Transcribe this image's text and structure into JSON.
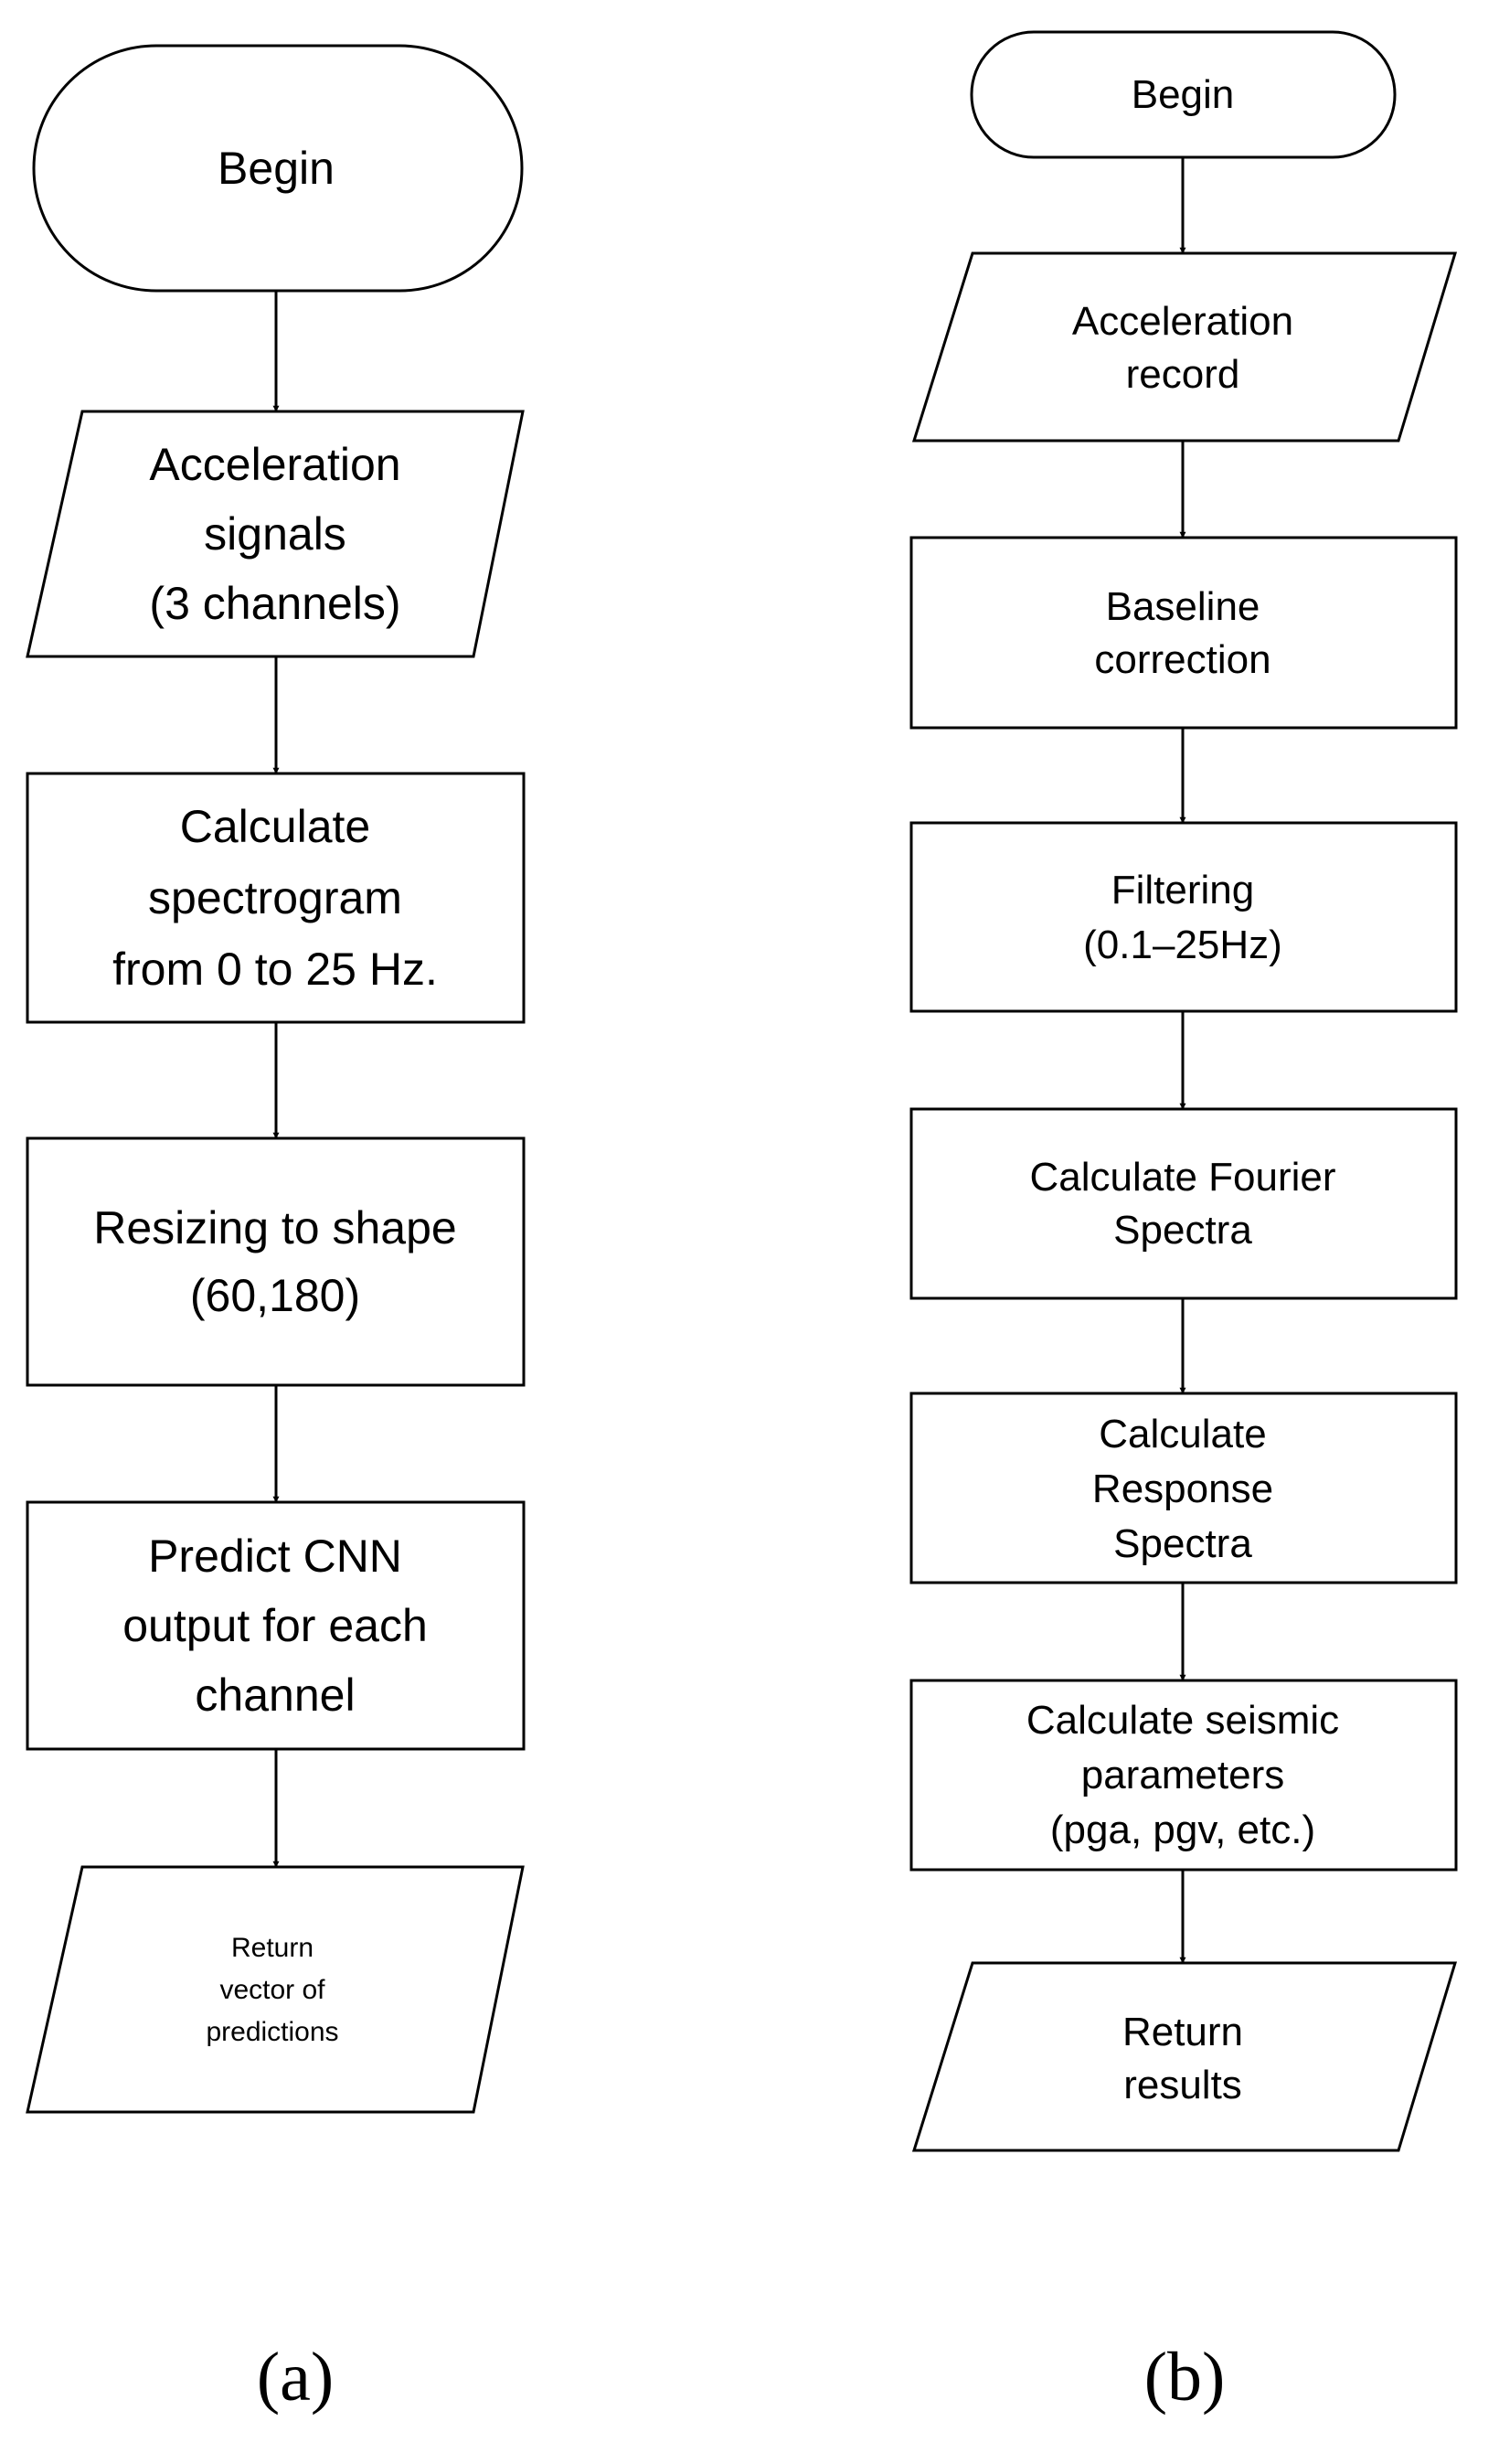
{
  "panel_a": {
    "caption": "(a)",
    "nodes": {
      "begin": [
        "Begin"
      ],
      "input_signals": [
        "Acceleration",
        "signals",
        "(3 channels)"
      ],
      "spectrogram": [
        "Calculate",
        "spectrogram",
        "from 0 to 25 Hz."
      ],
      "resize": [
        "Resizing to shape",
        "(60,180)"
      ],
      "predict": [
        "Predict CNN",
        "output for each",
        "channel"
      ],
      "return_vector": [
        "Return",
        "vector of",
        "predictions"
      ]
    }
  },
  "panel_b": {
    "caption": "(b)",
    "nodes": {
      "begin": [
        "Begin"
      ],
      "record": [
        "Acceleration",
        "record"
      ],
      "baseline": [
        "Baseline",
        "correction"
      ],
      "filtering": [
        "Filtering",
        "(0.1–25Hz)"
      ],
      "fourier": [
        "Calculate Fourier",
        "Spectra"
      ],
      "response": [
        "Calculate",
        "Response",
        "Spectra"
      ],
      "seismic": [
        "Calculate seismic",
        "parameters",
        "(pga, pgv, etc.)"
      ],
      "return_results": [
        "Return",
        "results"
      ]
    }
  }
}
